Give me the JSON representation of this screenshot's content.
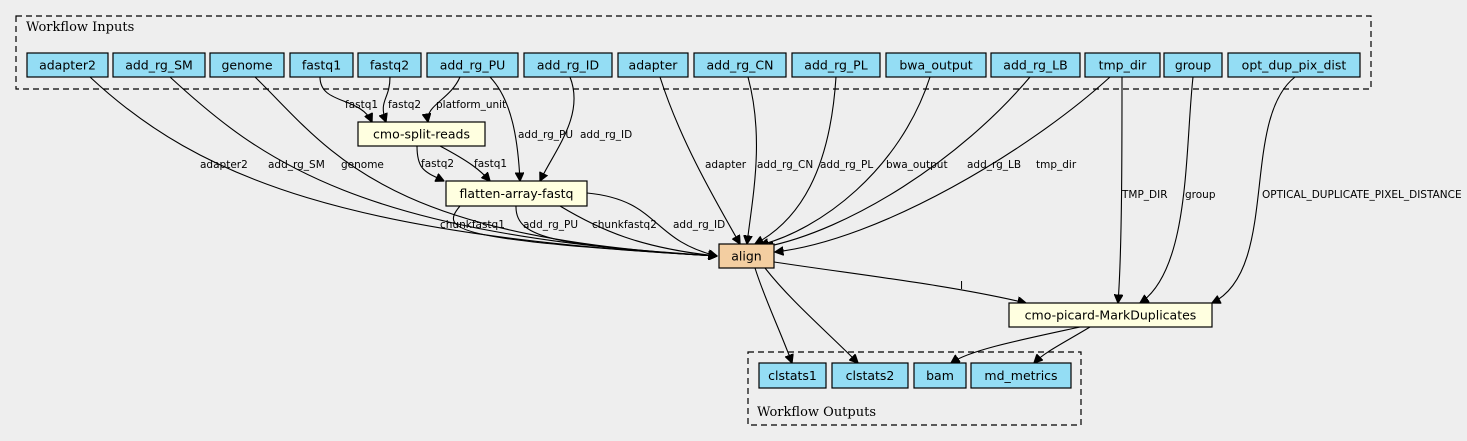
{
  "inputs_cluster": {
    "label": "Workflow Inputs"
  },
  "outputs_cluster": {
    "label": "Workflow Outputs"
  },
  "inputs": [
    {
      "id": "adapter2",
      "label": "adapter2"
    },
    {
      "id": "add_rg_SM",
      "label": "add_rg_SM"
    },
    {
      "id": "genome",
      "label": "genome"
    },
    {
      "id": "fastq1",
      "label": "fastq1"
    },
    {
      "id": "fastq2",
      "label": "fastq2"
    },
    {
      "id": "add_rg_PU",
      "label": "add_rg_PU"
    },
    {
      "id": "add_rg_ID",
      "label": "add_rg_ID"
    },
    {
      "id": "adapter",
      "label": "adapter"
    },
    {
      "id": "add_rg_CN",
      "label": "add_rg_CN"
    },
    {
      "id": "add_rg_PL",
      "label": "add_rg_PL"
    },
    {
      "id": "bwa_output",
      "label": "bwa_output"
    },
    {
      "id": "add_rg_LB",
      "label": "add_rg_LB"
    },
    {
      "id": "tmp_dir",
      "label": "tmp_dir"
    },
    {
      "id": "group",
      "label": "group"
    },
    {
      "id": "opt_dup_pix_dist",
      "label": "opt_dup_pix_dist"
    }
  ],
  "steps": [
    {
      "id": "cmo_split_reads",
      "label": "cmo-split-reads",
      "kind": "step"
    },
    {
      "id": "flatten_array_fastq",
      "label": "flatten-array-fastq",
      "kind": "step"
    },
    {
      "id": "align",
      "label": "align",
      "kind": "subworkflow"
    },
    {
      "id": "mark_duplicates",
      "label": "cmo-picard-MarkDuplicates",
      "kind": "step"
    }
  ],
  "outputs": [
    {
      "id": "clstats1",
      "label": "clstats1"
    },
    {
      "id": "clstats2",
      "label": "clstats2"
    },
    {
      "id": "bam",
      "label": "bam"
    },
    {
      "id": "md_metrics",
      "label": "md_metrics"
    }
  ],
  "edges": [
    {
      "from": "fastq1",
      "to": "cmo_split_reads",
      "label": "fastq1"
    },
    {
      "from": "fastq2",
      "to": "cmo_split_reads",
      "label": "fastq2"
    },
    {
      "from": "add_rg_PU",
      "to": "cmo_split_reads",
      "label": "platform_unit"
    },
    {
      "from": "add_rg_PU",
      "to": "flatten_array_fastq",
      "label": "add_rg_PU"
    },
    {
      "from": "add_rg_ID",
      "to": "flatten_array_fastq",
      "label": "add_rg_ID"
    },
    {
      "from": "cmo_split_reads",
      "to": "flatten_array_fastq",
      "label": "fastq2"
    },
    {
      "from": "cmo_split_reads",
      "to": "flatten_array_fastq",
      "label": "fastq1"
    },
    {
      "from": "adapter2",
      "to": "align",
      "label": "adapter2"
    },
    {
      "from": "add_rg_SM",
      "to": "align",
      "label": "add_rg_SM"
    },
    {
      "from": "genome",
      "to": "align",
      "label": "genome"
    },
    {
      "from": "flatten_array_fastq",
      "to": "align",
      "label": "chunkfastq1"
    },
    {
      "from": "flatten_array_fastq",
      "to": "align",
      "label": "add_rg_PU"
    },
    {
      "from": "flatten_array_fastq",
      "to": "align",
      "label": "chunkfastq2"
    },
    {
      "from": "flatten_array_fastq",
      "to": "align",
      "label": "add_rg_ID"
    },
    {
      "from": "adapter",
      "to": "align",
      "label": "adapter"
    },
    {
      "from": "add_rg_CN",
      "to": "align",
      "label": "add_rg_CN"
    },
    {
      "from": "add_rg_PL",
      "to": "align",
      "label": "add_rg_PL"
    },
    {
      "from": "bwa_output",
      "to": "align",
      "label": "bwa_output"
    },
    {
      "from": "add_rg_LB",
      "to": "align",
      "label": "add_rg_LB"
    },
    {
      "from": "tmp_dir",
      "to": "align",
      "label": "tmp_dir"
    },
    {
      "from": "tmp_dir",
      "to": "mark_duplicates",
      "label": "TMP_DIR"
    },
    {
      "from": "group",
      "to": "mark_duplicates",
      "label": "group"
    },
    {
      "from": "opt_dup_pix_dist",
      "to": "mark_duplicates",
      "label": "OPTICAL_DUPLICATE_PIXEL_DISTANCE"
    },
    {
      "from": "align",
      "to": "mark_duplicates",
      "label": "I"
    },
    {
      "from": "align",
      "to": "clstats1",
      "label": ""
    },
    {
      "from": "align",
      "to": "clstats2",
      "label": ""
    },
    {
      "from": "mark_duplicates",
      "to": "bam",
      "label": ""
    },
    {
      "from": "mark_duplicates",
      "to": "md_metrics",
      "label": ""
    }
  ],
  "colors": {
    "background": "#eeeeee",
    "input_fill": "#94ddf4",
    "output_fill": "#94ddf4",
    "step_fill": "#ffffe0",
    "subworkflow_fill": "#f3cea1"
  }
}
